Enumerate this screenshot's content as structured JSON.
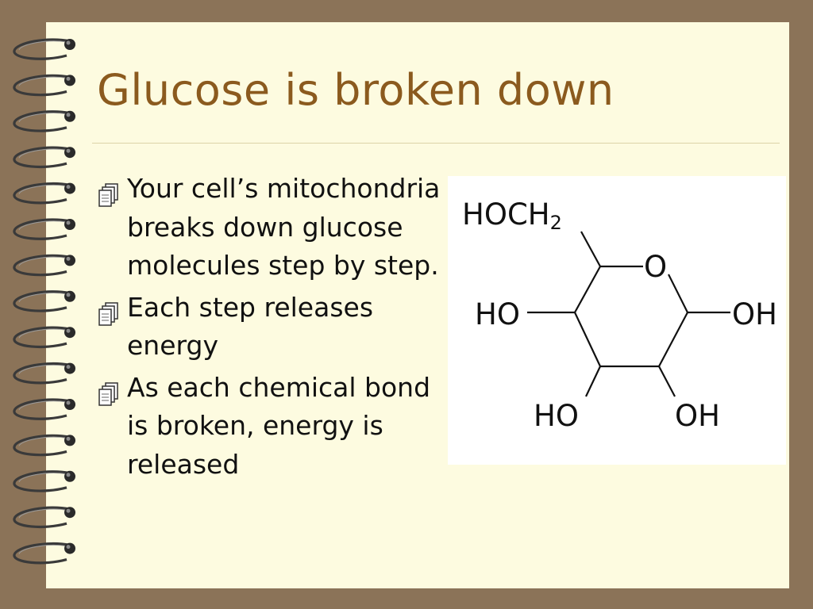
{
  "slide": {
    "title": "Glucose is broken down",
    "bullets": [
      "Your cell’s mitochondria breaks down glucose molecules step by step.",
      "Each step releases energy",
      "As each chemical bond is broken, energy is released"
    ],
    "bullet_icon": "notebook-icon"
  },
  "molecule": {
    "labels": {
      "hoch": "HOCH",
      "hoch_sub": "2",
      "ring_o": "O",
      "left_ho": "HO",
      "right_oh": "OH",
      "bottom_ho": "HO",
      "bottom_oh": "OH"
    }
  },
  "colors": {
    "background": "#8b7358",
    "page": "#fdfbe0",
    "title": "#8b5a1e"
  }
}
